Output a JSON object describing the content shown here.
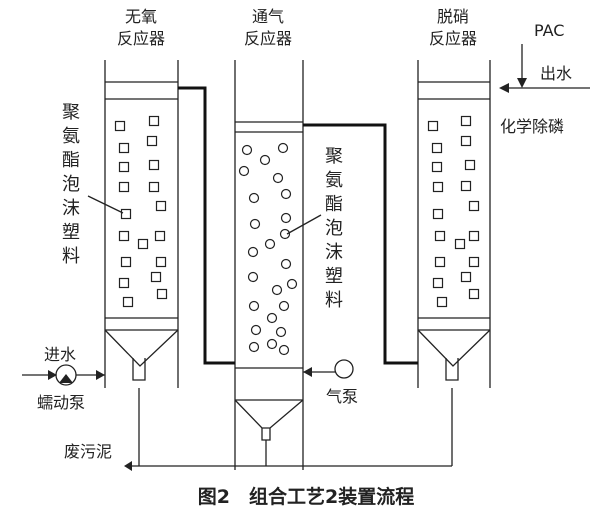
{
  "anoxic_reactor": {
    "line1": "无氧",
    "line2": "反应器"
  },
  "aerated_reactor": {
    "line1": "通气",
    "line2": "反应器"
  },
  "denitrification_reactor": {
    "line1": "脱硝",
    "line2": "反应器"
  },
  "pac_label": "PAC",
  "outlet_label": "出水",
  "chem_p_removal_label": "化学除磷",
  "foam_label_left": [
    "聚",
    "氨",
    "酯",
    "泡",
    "沫",
    "塑",
    "料"
  ],
  "foam_label_middle": [
    "聚",
    "氨",
    "酯",
    "泡",
    "沫",
    "塑",
    "料"
  ],
  "inlet_label": "进水",
  "pump_label": "蠕动泵",
  "air_pump_label": "气泵",
  "waste_sludge_label": "废污泥",
  "caption": "图2　组合工艺2装置流程"
}
